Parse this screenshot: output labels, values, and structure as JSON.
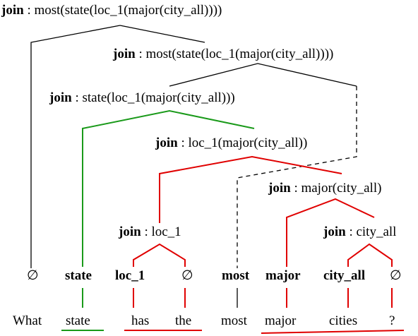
{
  "colors": {
    "black": "#000000",
    "green": "#1a9a1a",
    "red": "#e00000"
  },
  "nodes": {
    "n1": {
      "head": "join",
      "sep": " : ",
      "formula": "most(state(loc_1(major(city_all))))"
    },
    "n2": {
      "head": "join",
      "sep": " : ",
      "formula": "most(state(loc_1(major(city_all))))"
    },
    "n3": {
      "head": "join",
      "sep": " : ",
      "formula": "state(loc_1(major(city_all)))"
    },
    "n4": {
      "head": "join",
      "sep": " : ",
      "formula": "loc_1(major(city_all))"
    },
    "n5": {
      "head": "join",
      "sep": " : ",
      "formula": "major(city_all)"
    },
    "n6": {
      "head": "join",
      "sep": " : ",
      "formula": "loc_1"
    },
    "n7": {
      "head": "join",
      "sep": " : ",
      "formula": "city_all"
    }
  },
  "predicates": [
    "∅",
    "state",
    "loc_1",
    "∅",
    "most",
    "major",
    "city_all",
    "∅"
  ],
  "words": [
    "What",
    "state",
    "has",
    "the",
    "most",
    "major",
    "cities",
    "?"
  ]
}
